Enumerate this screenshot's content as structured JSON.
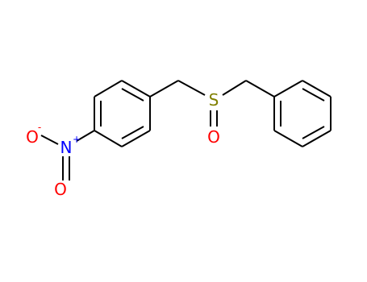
{
  "molecule": {
    "atoms": {
      "sulfur": {
        "label": "S",
        "color": "#808000"
      },
      "sulfinyl_oxygen": {
        "label": "O",
        "color": "#ff0000"
      },
      "nitro_nitrogen": {
        "label": "N",
        "charge": "+",
        "color": "#0000ff"
      },
      "nitro_oxygen_upper": {
        "label": "O",
        "charge": "-",
        "color": "#ff0000"
      },
      "nitro_oxygen_lower": {
        "label": "O",
        "color": "#ff0000"
      }
    },
    "bond_color": "#000000"
  }
}
